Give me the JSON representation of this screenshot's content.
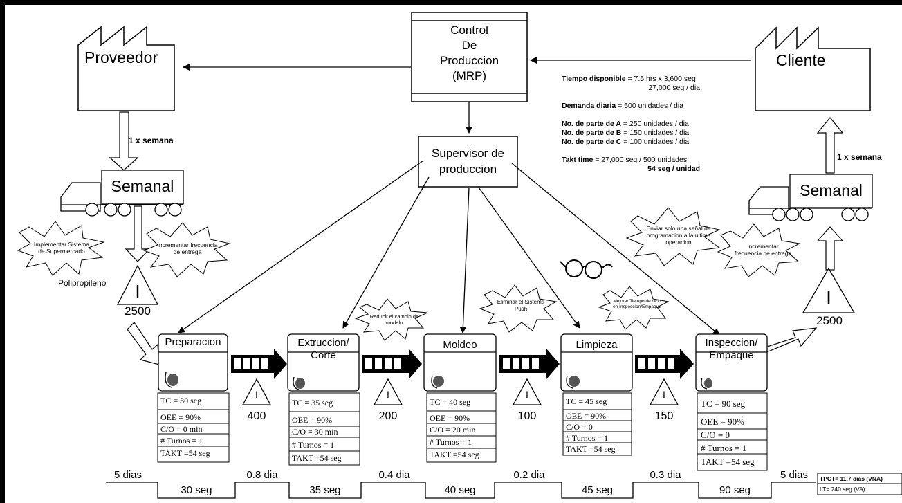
{
  "control": {
    "line1": "Control",
    "line2": "De",
    "line3": "Produccion",
    "line4": "(MRP)"
  },
  "supplier": {
    "name": "Proveedor"
  },
  "customer": {
    "name": "Cliente"
  },
  "supervisor": {
    "line1": "Supervisor de",
    "line2": "produccion"
  },
  "shipping": {
    "left_label": "Semanal",
    "right_label": "Semanal",
    "left_freq": "1 x semana",
    "right_freq": "1 x semana"
  },
  "raw_material": {
    "name": "Polipropileno",
    "inventory": "2500",
    "symbol": "I"
  },
  "finished_goods": {
    "inventory": "2500",
    "symbol": "I"
  },
  "info_box": {
    "tiempo_label": "Tiempo disponible",
    "tiempo_value": " = 7.5 hrs x 3,600 seg",
    "tiempo_value2": "27,000 seg / dia",
    "demanda_label": "Demanda diaria",
    "demanda_value": " = 500 unidades /  dia",
    "parte_a_label": "No. de parte de A",
    "parte_a_value": " =  250 unidades /  dia",
    "parte_b_label": "No. de parte de B",
    "parte_b_value": " =  150 unidades / dia",
    "parte_c_label": "No. de parte de C",
    "parte_c_value": " =  100 unidades /  dia",
    "takt_label": "Takt time",
    "takt_value": " =  27,000 seg / 500 unidades",
    "takt_result": "54 seg / unidad"
  },
  "kaizen": {
    "supermarket": "Implementar Sistema de Supermercado",
    "freq_left": "Incrementar frecuencia de entrega",
    "changeover": "Reducir el cambio de modelo",
    "push": "Eliminar el Sistema Push",
    "cycle": "Mejorar Tiempo de ciclo en Inspeccion/Empaque",
    "signal": "Enviar solo una señal de programacion a la ultima operacion",
    "freq_right": "Incrementar frecuencia de entrega"
  },
  "processes": [
    {
      "name": "Preparacion",
      "tc": "TC = 30 seg",
      "oee": "OEE = 90%",
      "co": "C/O = 0 min",
      "turnos": "# Turnos = 1",
      "takt": "TAKT =54 seg"
    },
    {
      "name": "Extruccion/ Corte",
      "tc": "TC = 35 seg",
      "oee": "OEE = 90%",
      "co": "C/O = 30 min",
      "turnos": "# Turnos = 1",
      "takt": "TAKT =54 seg"
    },
    {
      "name": "Moldeo",
      "tc": "TC = 40 seg",
      "oee": "OEE = 90%",
      "co": "C/O = 20 min",
      "turnos": "# Turnos = 1",
      "takt": "TAKT =54 seg"
    },
    {
      "name": "Limpieza",
      "tc": "TC = 45 seg",
      "oee": "OEE = 90%",
      "co": "C/O = 0",
      "turnos": "# Turnos = 1",
      "takt": "TAKT =54 seg"
    },
    {
      "name": "Inspeccion/ Empaque",
      "tc": "TC = 90 seg",
      "oee": "OEE = 90%",
      "co": "C/O = 0",
      "turnos": "# Turnos = 1",
      "takt": "TAKT =54 seg"
    }
  ],
  "wip": [
    {
      "symbol": "I",
      "qty": "400"
    },
    {
      "symbol": "I",
      "qty": "200"
    },
    {
      "symbol": "I",
      "qty": "100"
    },
    {
      "symbol": "I",
      "qty": "150"
    }
  ],
  "timeline": {
    "waits": [
      "5 dias",
      "0.8 dia",
      "0.4 dia",
      "0.2 dia",
      "0.3 dia",
      "5 dias"
    ],
    "cycles": [
      "30 seg",
      "35 seg",
      "40 seg",
      "45 seg",
      "90 seg"
    ],
    "tpct": "TPCT= 11.7 dias (VNA)",
    "lt": "LT= 240 seg (VA)"
  },
  "colors": {
    "line": "#000000",
    "operator": "#555555",
    "background": "#ffffff"
  }
}
